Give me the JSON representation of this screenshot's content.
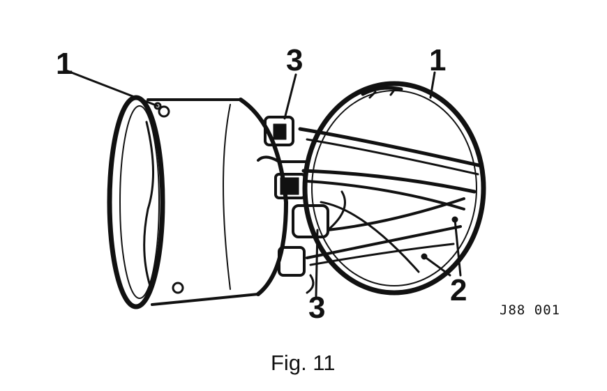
{
  "callouts": {
    "label_1_left": "1",
    "label_1_right": "1",
    "label_2": "2",
    "label_3_top": "3",
    "label_3_bottom": "3"
  },
  "reference_code": "J88 001",
  "caption": "Fig. 11",
  "colors": {
    "ink": "#111111",
    "paper": "#ffffff"
  }
}
